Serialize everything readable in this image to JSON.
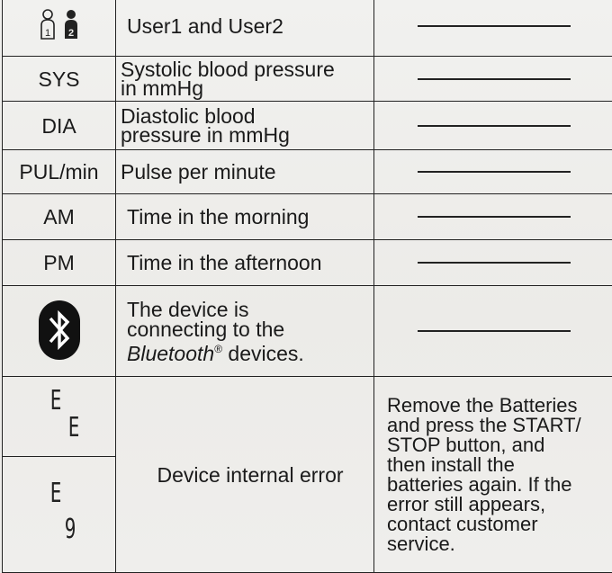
{
  "rows": [
    {
      "symbol_icons": [
        "user1-icon",
        "user2-icon"
      ],
      "user_labels": [
        "1",
        "2"
      ],
      "description": "User1 and User2",
      "action": ""
    },
    {
      "symbol": "SYS",
      "description_lines": [
        "Systolic blood pressure",
        "in mmHg"
      ],
      "action": ""
    },
    {
      "symbol": "DIA",
      "description_lines": [
        "Diastolic blood",
        "pressure in mmHg"
      ],
      "action": ""
    },
    {
      "symbol": "PUL/min",
      "description": "Pulse per minute",
      "action": ""
    },
    {
      "symbol": "AM",
      "description": "Time in the morning",
      "action": ""
    },
    {
      "symbol": "PM",
      "description": "Time in the afternoon",
      "action": ""
    },
    {
      "symbol_icon": "bluetooth-icon",
      "description_lines": [
        "The device is",
        "connecting to the"
      ],
      "description_brand": "Bluetooth",
      "description_brand_mark": "®",
      "description_tail": " devices.",
      "action": ""
    }
  ],
  "error": {
    "codes": [
      {
        "top": "E",
        "bottom": "E"
      },
      {
        "top": "E",
        "bottom": "9"
      }
    ],
    "description": "Device internal error",
    "action_lines": [
      "Remove the Batteries",
      "and press the START/",
      "STOP button, and",
      "then install the",
      "batteries again. If the",
      "error still appears,",
      "contact customer",
      "service."
    ]
  },
  "colors": {
    "ink": "#1a1a1a",
    "paper": "#efefed"
  }
}
